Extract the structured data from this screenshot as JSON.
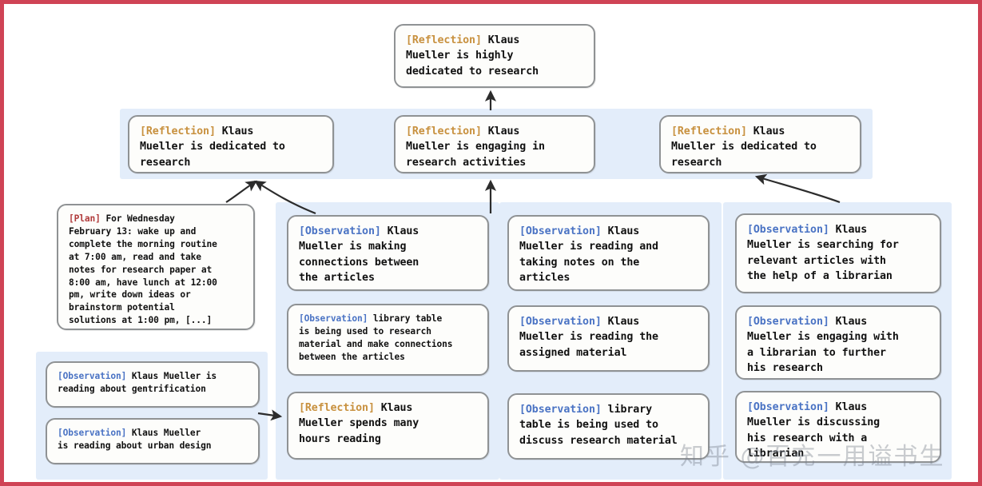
{
  "figure": {
    "type": "reflection-tree-diagram",
    "accent_colors": {
      "frame_border": "#cf4355",
      "band_background": "#e3edfa",
      "node_border": "#8f9294",
      "node_background": "#fdfdfb",
      "tag_reflection": "#c8913f",
      "tag_observation": "#4a73c4",
      "tag_plan": "#b03a3a"
    }
  },
  "root": {
    "tag": "[Reflection]",
    "text": " Klaus\nMueller is highly\ndedicated to research"
  },
  "reflections": [
    {
      "tag": "[Reflection]",
      "text": " Klaus\nMueller is dedicated to\nresearch"
    },
    {
      "tag": "[Reflection]",
      "text": " Klaus\nMueller is engaging in\nresearch activities"
    },
    {
      "tag": "[Reflection]",
      "text": " Klaus\nMueller is dedicated to\nresearch"
    }
  ],
  "plan": {
    "tag": "[Plan]",
    "text": " For Wednesday\nFebruary 13: wake up and\ncomplete the morning routine\nat 7:00 am, read and take\nnotes for research paper at\n8:00 am, have lunch at 12:00\npm, write down ideas or\nbrainstorm potential\nsolutions at 1:00 pm, [...]"
  },
  "column1": [
    {
      "tag": "[Observation]",
      "text": " Klaus\nMueller is making\nconnections between\nthe articles"
    },
    {
      "tag": "[Observation]",
      "text": " library table\nis being used to research\nmaterial and make connections\nbetween the articles"
    },
    {
      "tag": "[Reflection]",
      "text": " Klaus\nMueller spends many\nhours reading"
    }
  ],
  "column2": [
    {
      "tag": "[Observation]",
      "text": " Klaus\nMueller is reading and\ntaking notes on the\narticles"
    },
    {
      "tag": "[Observation]",
      "text": " Klaus\nMueller is reading the\nassigned material"
    },
    {
      "tag": "[Observation]",
      "text": " library\ntable is being used to\ndiscuss research material"
    }
  ],
  "column3": [
    {
      "tag": "[Observation]",
      "text": " Klaus\nMueller is searching for\nrelevant articles with\nthe help of a librarian"
    },
    {
      "tag": "[Observation]",
      "text": " Klaus\nMueller is engaging with\na librarian to further\nhis research"
    },
    {
      "tag": "[Observation]",
      "text": " Klaus\nMueller is discussing\nhis research with a\nlibrarian"
    }
  ],
  "left_observations": [
    {
      "tag": "[Observation]",
      "text": " Klaus Mueller is\nreading about gentrification"
    },
    {
      "tag": "[Observation]",
      "text": " Klaus Mueller\nis reading about urban design"
    }
  ],
  "watermark": "知乎 @百充一用谥书生"
}
